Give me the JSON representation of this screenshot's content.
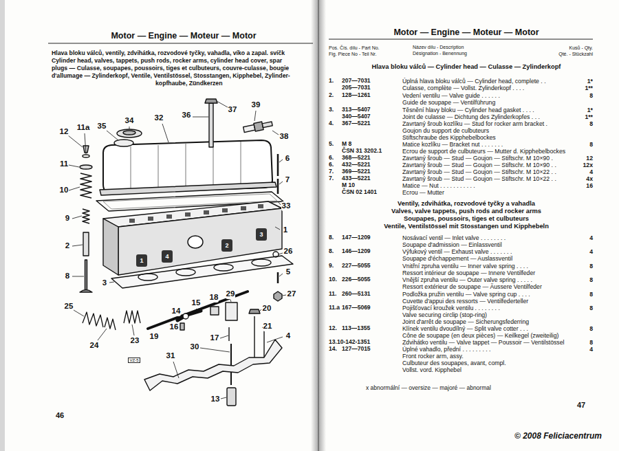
{
  "diagram": {
    "labels": [
      "Motor — Engine — Moteur — Motor",
      "Hlava bloku válců, ventily, zdvihátka, rozvodové tyčky, vahadla, víko a zapal. svíčk",
      "Cylinder head, valves, tappets, push rods, rocker arms, cylinder head cover, spar",
      "plugs — Culasse, soupapes, poussoirs, tiges et culbuteurs, couvre-culasse, bougie",
      "d'allumage — Zylinderkopf, Ventile, Ventilstössel, Stosstangen, Kipphebel, Zylinder-",
      "kopfhaube, Zündkerzen",
      "12",
      "11a",
      "35",
      "34",
      "32",
      "36",
      "37",
      "39",
      "38",
      "11",
      "10",
      "9",
      "6",
      "7",
      "33",
      "2",
      "1",
      "8",
      "3",
      "26",
      "5",
      "27",
      "25",
      "24",
      "23",
      "19",
      "15",
      "18",
      "29",
      "20",
      "14",
      "16",
      "21",
      "17",
      "4",
      "30",
      "31",
      "13",
      "1",
      "4",
      "2",
      "3",
      "VZ-5",
      "46",
      "Motor — Engine — Moteur — Motor",
      "Pos. Čís. dílu - Part No.",
      "Fig. Piece No - Teil Nr.",
      "Název dílu - Description",
      "Désignation - Benennung",
      "Kusů - Qty.",
      "Qté. - Stückzahl",
      "Hlava bloku válců — Cylinder head — Culasse — Zylinderkopf",
      "1.",
      "207—7031",
      "Úplná hlava bloku válců — Cylinder head, complete . .",
      "1*",
      "205—7031",
      "Culasse, complète — Vollst. Zylinderkopf . . . .",
      "1**",
      "2.",
      "128—1261",
      "Vedení ventilu — Valve guide . . . . . .",
      "8",
      "Guide de soupape — Ventilführung",
      "3.",
      "313—5407",
      "Těsnění hlavy bloku — Cylinder head gasket . . . .",
      "1*",
      "340—5407",
      "Joint de culasse — Dichtung des Zylinderkopfes . . .",
      "1**",
      "4.",
      "367—5221",
      "Zavrtaný šroub kozlíku — Stud for rocker arm bracket .",
      "8",
      "Goujon du support de culbuteurs",
      "Stiftschraube des Kipphebelbockes",
      "5.",
      "M 8",
      "Matice kozlíku — Bracket nut . . . . . . .",
      "8",
      "ČSN 31 3202.1",
      "Ecrou de support de culbuteurs — Mutter d. Kipphebelbockes",
      "6.",
      "368—5221",
      "Zavrtaný šroub — Stud — Goujon — Stiftschr. M 10×90 .",
      "12",
      "6.",
      "432—5221",
      "Zavrtaný šroub — Stud — Goujon — Stiftschr. M 10×90 . .",
      "12x",
      "7.",
      "369—5221",
      "Zavrtaný šroub — Stud — Goujon — Stiftschr. M 10×22 . .",
      "4",
      "7.",
      "433—5221",
      "Zavrtaný šroub — Stud — Goujon — Stiftschr. M 10×22 . .",
      "4x",
      "M 10",
      "Matice — Nut . . . . . . . . . . .",
      "16",
      "ČSN 02 1401",
      "Ecrou — Mutter",
      "Ventily, zdvihátka, rozvodové tyčky a vahadla",
      "Valves, valve tappets, push rods and rocker arms",
      "Soupapes, poussoirs, tiges et culbuteurs",
      "Ventile, Ventilstössel mit Stosstangen und Kipphebeln",
      "8.",
      "147—1209",
      "Nosávací ventil — Inlet valve . . . . . . . .",
      "4",
      "Soupape d'admission — Einlassventil",
      "8.",
      "146—1209",
      "Výfukový ventil — Exhaust valve . . . . . . .",
      "4",
      "Soupape d'échappement — Auslassventil",
      "9.",
      "227—5055",
      "Vnitřní zpruha ventilu — Inner valve spring . . . .",
      "8",
      "Ressort intérieur de soupape — Innere Ventilfeder",
      "10.",
      "226—5055",
      "Vnější zpruha ventilu — Outer valve spring . . . . .",
      "8",
      "Ressort extérieur de soupape — Äussere Ventilfeder",
      "11.",
      "260—5131",
      "Podložka pružin ventilu — Valve spring cup . . . .",
      "8",
      "Cuvette d'appui des ressorts — Ventilfederteller",
      "11.a",
      "167—5069",
      "Pojišťovací kroužek ventilu . . . . . . . .",
      "8",
      "Valve securing circlip (stop-ring)",
      "Joint d'arrêt de soupape — Sicherungsfederring",
      "12.",
      "113—1355",
      "Klínek ventilu dvoudílný — Split valve cotter . . .",
      "8",
      "Cône de soupape (en deux pièces) — Keilkegel (zweiteilig)",
      "13.",
      "10-142-1351",
      "Zdvihátko ventilu — Valve tappet — Poussoir — Ventilstössel",
      "8",
      "14.",
      "127—7015",
      "Úplné vahadlo, přední . . . . . . . . .",
      "4",
      "Front rocker arm, assy.",
      "Culbuteur des soupapes, avant, compl.",
      "Vollst. vord. Kipphebel",
      "x abnormální — oversize — majoré — abnormal",
      "47",
      "© 2008 Feliciacentrum"
    ]
  }
}
